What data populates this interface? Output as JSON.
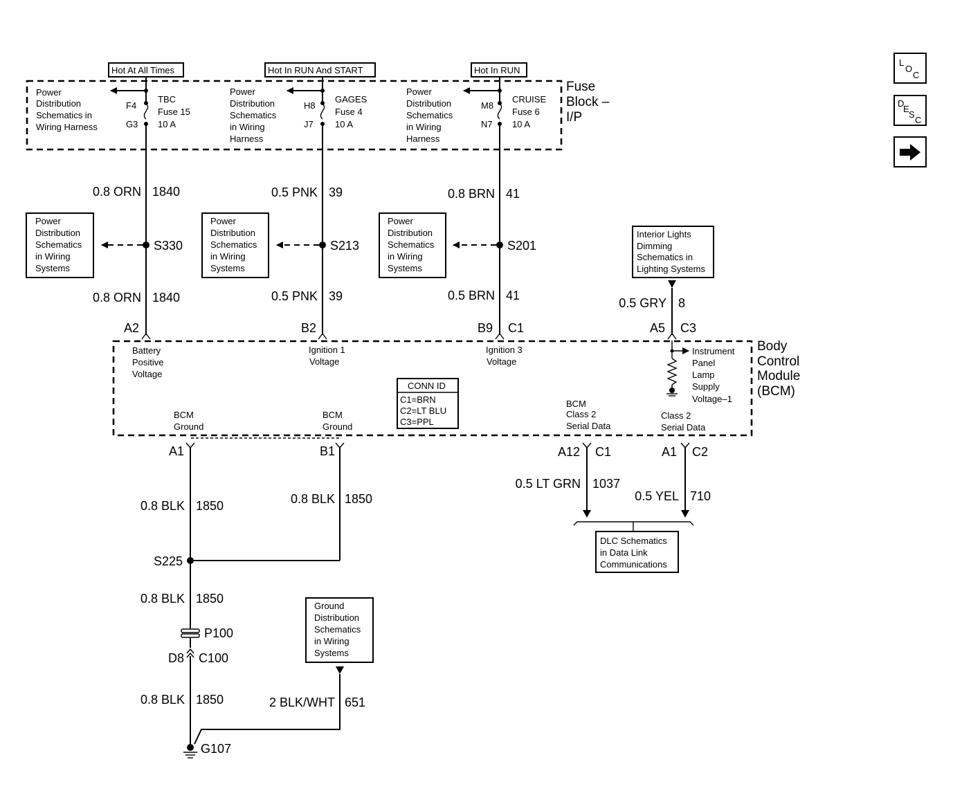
{
  "header": {
    "hot_all": "Hot At All Times",
    "hot_run_start": "Hot In RUN And START",
    "hot_run": "Hot In RUN"
  },
  "fuse_block": {
    "label": [
      "Fuse",
      "Block –",
      "I/P"
    ],
    "pd_ref_1": [
      "Power",
      "Distribution",
      "Schematics in",
      "Wiring Harness"
    ],
    "pd_ref_2": [
      "Power",
      "Distribution",
      "Schematics",
      "in Wiring",
      "Harness"
    ],
    "pd_ref_3": [
      "Power",
      "Distribution",
      "Schematics",
      "in Wiring",
      "Harness"
    ],
    "fuse1": {
      "in_pin": "F4",
      "out_pin": "G3",
      "name": [
        "TBC",
        "Fuse 15",
        "10 A"
      ]
    },
    "fuse2": {
      "in_pin": "H8",
      "out_pin": "J7",
      "name": [
        "GAGES",
        "Fuse 4",
        "10 A"
      ]
    },
    "fuse3": {
      "in_pin": "M8",
      "out_pin": "N7",
      "name": [
        "CRUISE",
        "Fuse 6",
        "10 A"
      ]
    }
  },
  "wires": {
    "w1_top": {
      "gauge": "0.8 ORN",
      "circuit": "1840"
    },
    "w1_bot": {
      "gauge": "0.8 ORN",
      "circuit": "1840"
    },
    "w2_top": {
      "gauge": "0.5 PNK",
      "circuit": "39"
    },
    "w2_bot": {
      "gauge": "0.5 PNK",
      "circuit": "39"
    },
    "w3_top": {
      "gauge": "0.8 BRN",
      "circuit": "41"
    },
    "w3_bot": {
      "gauge": "0.5 BRN",
      "circuit": "41"
    },
    "w4": {
      "gauge": "0.5 GRY",
      "circuit": "8"
    },
    "w_a1": {
      "gauge": "0.8 BLK",
      "circuit": "1850"
    },
    "w_b1": {
      "gauge": "0.8 BLK",
      "circuit": "1850"
    },
    "w_s225": {
      "gauge": "0.8 BLK",
      "circuit": "1850"
    },
    "w_d8": {
      "gauge": "0.8 BLK",
      "circuit": "1850"
    },
    "w_651": {
      "gauge": "2 BLK/WHT",
      "circuit": "651"
    },
    "w_c1": {
      "gauge": "0.5 LT GRN",
      "circuit": "1037"
    },
    "w_c2": {
      "gauge": "0.5 YEL",
      "circuit": "710"
    }
  },
  "splices": {
    "s330": "S330",
    "s213": "S213",
    "s201": "S201",
    "s225": "S225"
  },
  "pd_systems": [
    "Power",
    "Distribution",
    "Schematics",
    "in Wiring",
    "Systems"
  ],
  "interior_lights": [
    "Interior Lights",
    "Dimming",
    "Schematics in",
    "Lighting Systems"
  ],
  "bcm": {
    "label": [
      "Body",
      "Control",
      "Module",
      "(BCM)"
    ],
    "pin_a2": "A2",
    "pin_b2": "B2",
    "pin_b9": "B9",
    "pin_c1_top": "C1",
    "pin_a5": "A5",
    "pin_c3": "C3",
    "battery": [
      "Battery",
      "Positive",
      "Voltage"
    ],
    "ign1": [
      "Ignition 1",
      "Voltage"
    ],
    "ign3": [
      "Ignition 3",
      "Voltage"
    ],
    "ip_lamp": [
      "Instrument",
      "Panel",
      "Lamp",
      "Supply",
      "Voltage–1"
    ],
    "ground1": [
      "BCM",
      "Ground"
    ],
    "ground2": [
      "BCM",
      "Ground"
    ],
    "class2_bcm": [
      "BCM",
      "Class 2",
      "Serial Data"
    ],
    "class2": [
      "Class 2",
      "Serial Data"
    ],
    "conn_id": {
      "title": "CONN ID",
      "rows": [
        "C1=BRN",
        "C2=LT BLU",
        "C3=PPL"
      ]
    },
    "pin_a1": "A1",
    "pin_b1": "B1",
    "pin_a12": "A12",
    "pin_c1_bot": "C1",
    "pin_a1_r": "A1",
    "pin_c2": "C2"
  },
  "dlc_ref": [
    "DLC Schematics",
    "in Data Link",
    "Communications"
  ],
  "ground_ref": [
    "Ground",
    "Distribution",
    "Schematics",
    "in Wiring",
    "Systems"
  ],
  "connectors": {
    "p100": "P100",
    "d8": "D8",
    "c100": "C100"
  },
  "ground": {
    "g107": "G107"
  },
  "nav": {
    "loc_main": "L",
    "loc_sub": "O",
    "loc_sub2": "C",
    "desc_main": "D",
    "desc_sub": "E",
    "desc_sub2": "S",
    "desc_sub3": "C"
  }
}
